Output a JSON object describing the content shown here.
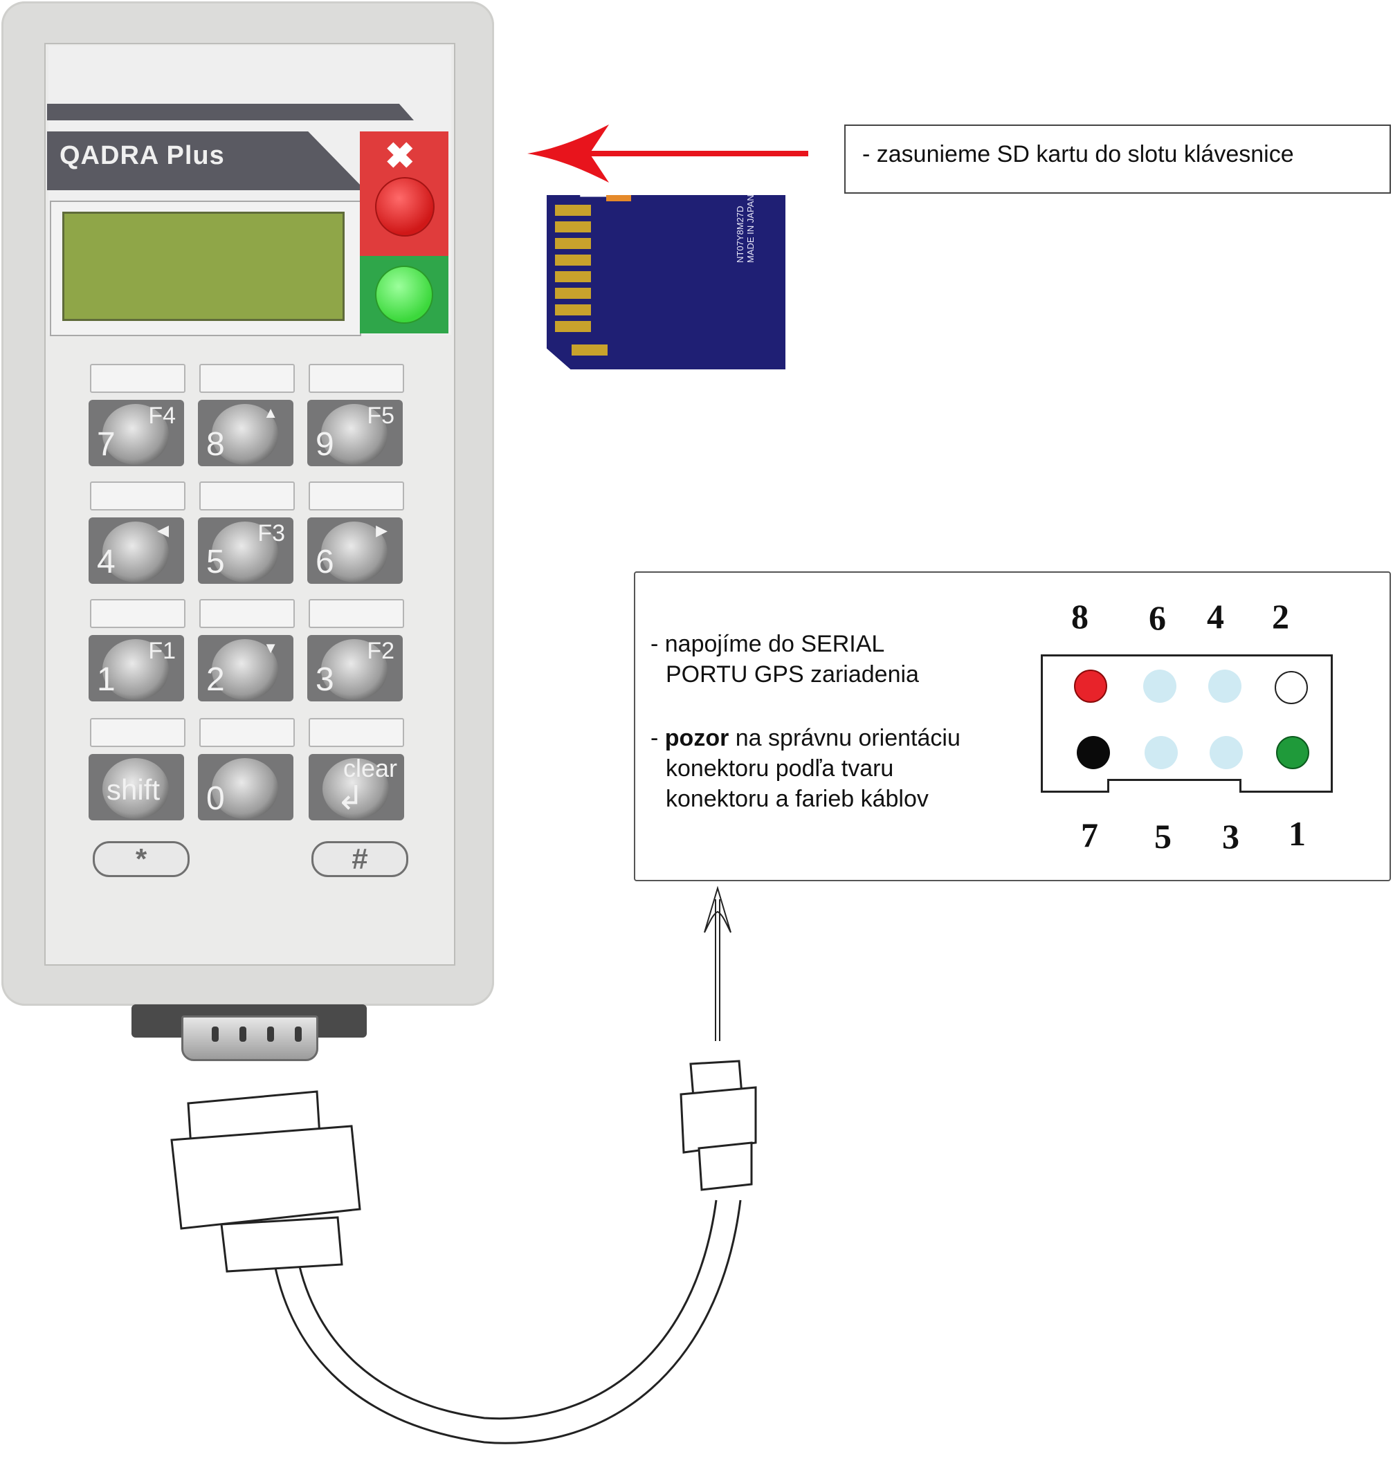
{
  "device": {
    "brand": "QADRA Plus",
    "cancel_symbol": "✖",
    "keys": [
      {
        "main": "7",
        "sub": "F4"
      },
      {
        "main": "8",
        "sub": "▲"
      },
      {
        "main": "9",
        "sub": "F5"
      },
      {
        "main": "4",
        "sub": "◀"
      },
      {
        "main": "5",
        "sub": "F3"
      },
      {
        "main": "6",
        "sub": "▶"
      },
      {
        "main": "1",
        "sub": "F1"
      },
      {
        "main": "2",
        "sub": "▼"
      },
      {
        "main": "3",
        "sub": "F2"
      },
      {
        "main": "shift",
        "sub": ""
      },
      {
        "main": "0",
        "sub": ""
      },
      {
        "main": "↲",
        "sub": "clear"
      }
    ],
    "pill_keys": [
      "*",
      "#"
    ]
  },
  "sd_card": {
    "line1": "NT07Y8M27D",
    "line2": "MADE IN JAPAN"
  },
  "callout_sd": {
    "text": "- zasunieme SD kartu do slotu klávesnice"
  },
  "callout_serial": {
    "line1": "- napojíme do SERIAL",
    "line2": "PORTU GPS zariadenia",
    "line3_prefix": "- ",
    "line3_bold": "pozor",
    "line3_rest": " na správnu orientáciu",
    "line4": "konektoru podľa tvaru",
    "line5": "konektoru a farieb káblov"
  },
  "connector": {
    "top_numbers": [
      "8",
      "6",
      "4",
      "2"
    ],
    "bottom_numbers": [
      "7",
      "5",
      "3",
      "1"
    ],
    "top_row_colors": [
      "#e8232a",
      "#cfeaf3",
      "#cfeaf3",
      "#ffffff"
    ],
    "bottom_row_colors": [
      "#0a0a0a",
      "#cfeaf3",
      "#cfeaf3",
      "#1f9a3a"
    ]
  },
  "colors": {
    "arrow": "#e8141c",
    "sd_card": "#1f1f74"
  }
}
